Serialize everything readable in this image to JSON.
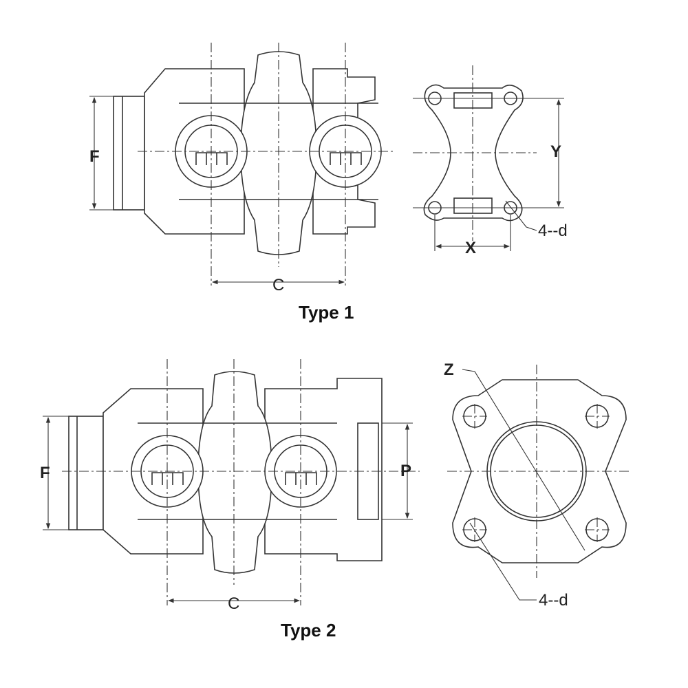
{
  "type1": {
    "title": "Type 1",
    "side_view": {
      "dim_f": "F",
      "dim_c": "C"
    },
    "flange_view": {
      "dim_y": "Y",
      "dim_x": "X",
      "holes": "4--d"
    }
  },
  "type2": {
    "title": "Type 2",
    "side_view": {
      "dim_f": "F",
      "dim_c": "C",
      "dim_p": "P"
    },
    "flange_view": {
      "dim_z": "Z",
      "holes": "4--d"
    }
  }
}
